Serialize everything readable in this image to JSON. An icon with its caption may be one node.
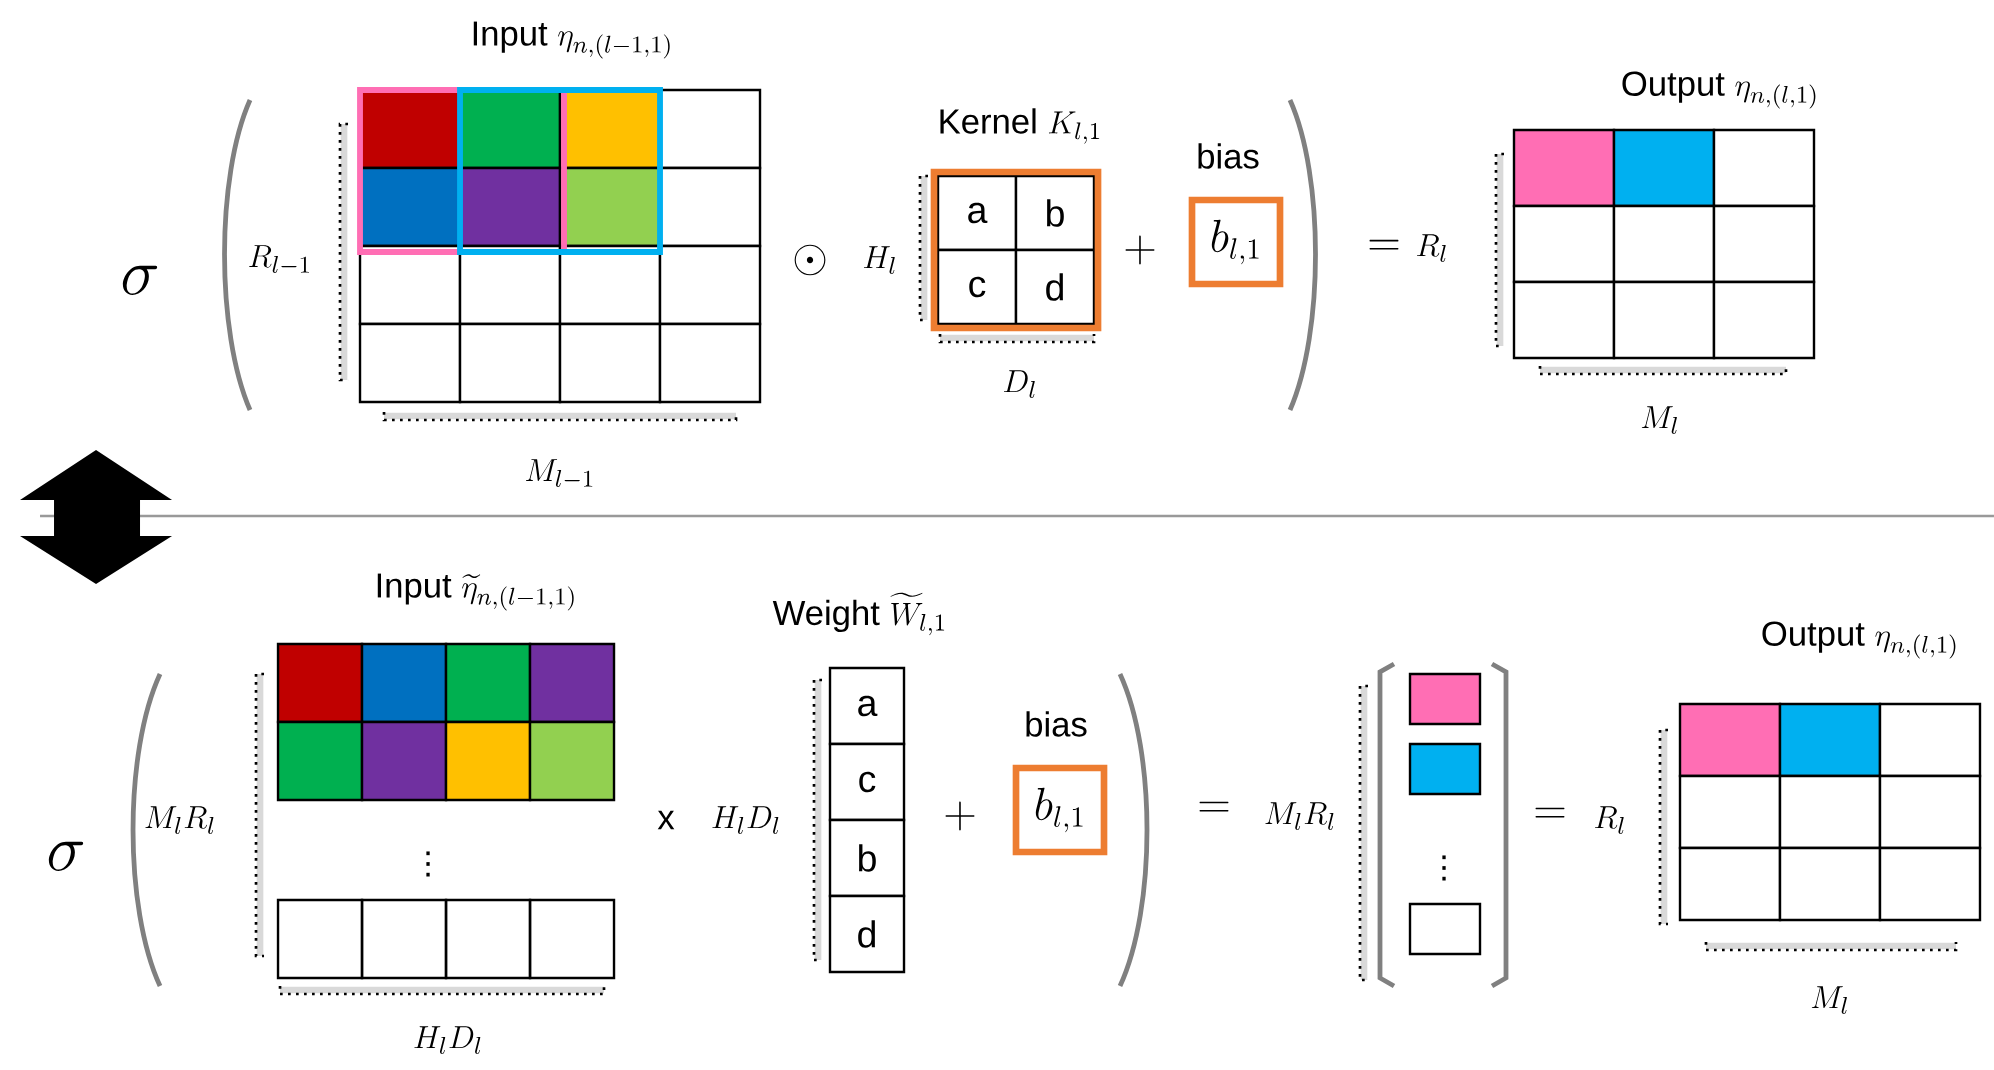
{
  "diagram": {
    "nodes": [
      {
        "text": [
          "\\text{Input }\\eta_{n,(l-1,1)}"
        ]
      },
      {
        "text": [
          "\\text{Kernel }K_{l,1}",
          "a",
          "b",
          "c",
          "d"
        ]
      },
      {
        "text": [
          "bias",
          "b_{l,1}"
        ]
      },
      {
        "text": [
          "\\text{Output }\\eta_{n,(l,1)}"
        ]
      },
      {
        "text": [
          "\\text{Input }\\widetilde{\\eta}_{n,(l-1,1)}"
        ]
      },
      {
        "text": [
          "\\text{Weight }\\widetilde{W}_{l,1}",
          "a",
          "c",
          "b",
          "d"
        ]
      },
      {
        "text": [
          "bias",
          "b_{l,1}"
        ]
      },
      {
        "text": [],
        "shape": "box"
      },
      {
        "text": [
          "\\text{Output }\\eta_{n,(l,1)}"
        ]
      }
    ],
    "labels": [
      "\\sigma",
      "R_{l-1}",
      "M_{l-1}",
      "\\odot",
      "H_l",
      "D_l",
      "+",
      "=",
      "R_l",
      "M_l",
      "\\sigma",
      "M_lR_l",
      "\\vdots",
      "H_lD_l",
      "x",
      "H_lD_l",
      "+",
      "=",
      "M_lR_l",
      "\\vdots",
      "=",
      "R_l",
      "M_l"
    ]
  }
}
